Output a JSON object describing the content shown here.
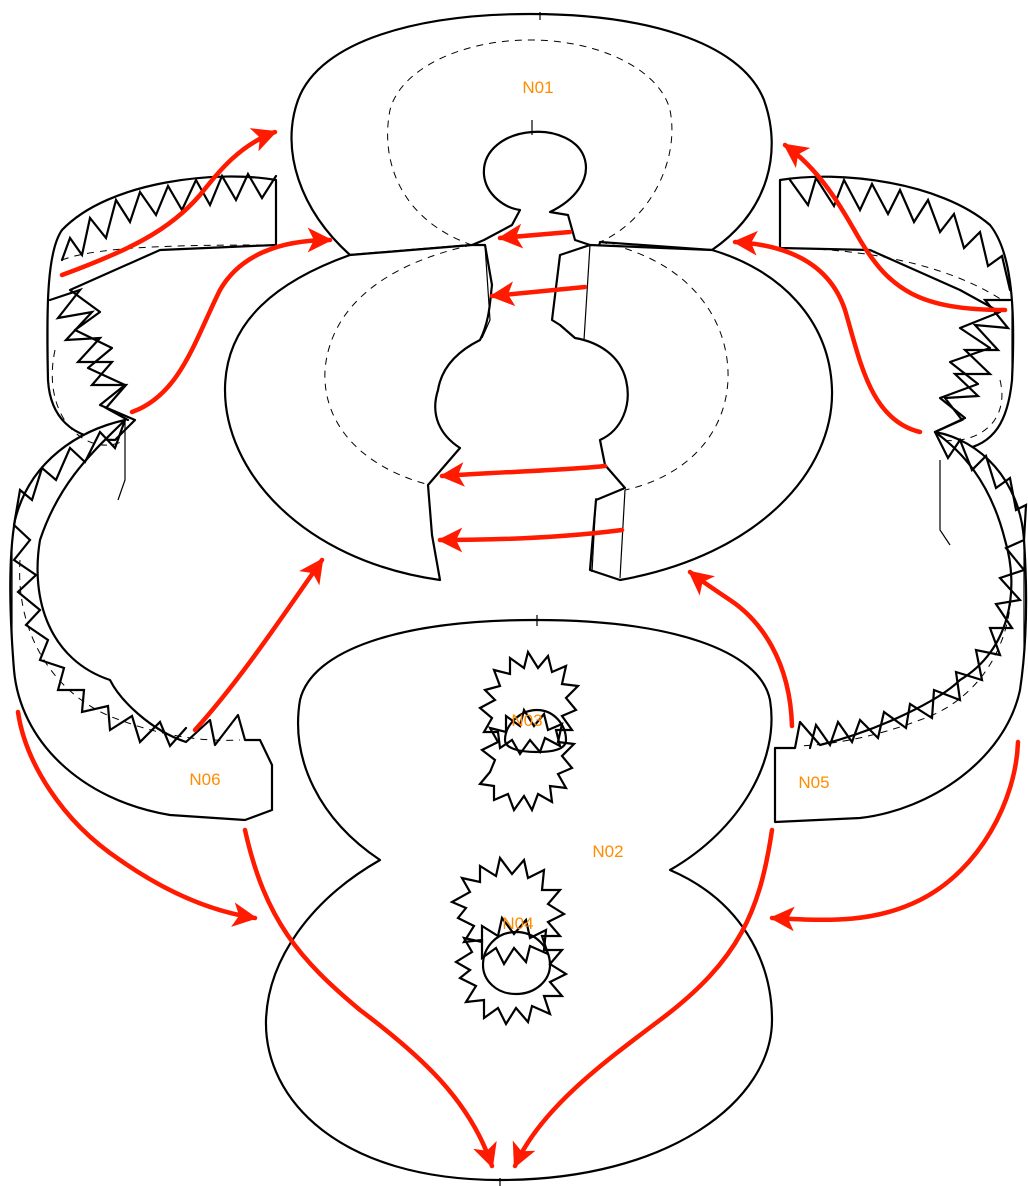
{
  "colors": {
    "arrow": "#ff1a00",
    "label": "#ff8c00",
    "outline": "#000000",
    "background": "#ffffff"
  },
  "nodes": {
    "n01": "N01",
    "n02": "N02",
    "n03": "N03",
    "n04": "N04",
    "n05": "N05",
    "n06": "N06"
  }
}
